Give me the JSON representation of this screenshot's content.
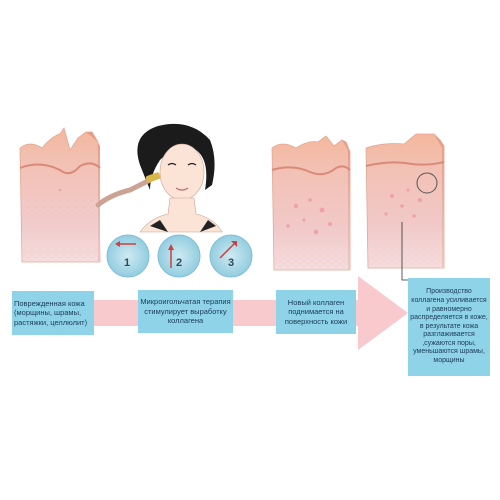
{
  "steps": [
    {
      "text": "Поврежденная кожа (морщины, шрамы, растяжки, целлюлит)"
    },
    {
      "text": "Микроигольчатая терапия стимулирует выработку коллагена"
    },
    {
      "text": "Новый коллаген поднимается на поверхность кожи"
    },
    {
      "text": "Производство коллагена усиливается и равномерно распределяется в коже, в результате кожа разглаживается ,сужаются поры, уменьшаются шрамы, морщины"
    }
  ],
  "technique_steps": [
    "1",
    "2",
    "3"
  ],
  "colors": {
    "arrow": "#f7c7cc",
    "label_bg": "#8ed3e8",
    "skin_top": "#f3b9a0",
    "skin_mid": "#f2c6c6",
    "skin_deep": "#f6dcdc",
    "circle": "#9fd2e2"
  }
}
